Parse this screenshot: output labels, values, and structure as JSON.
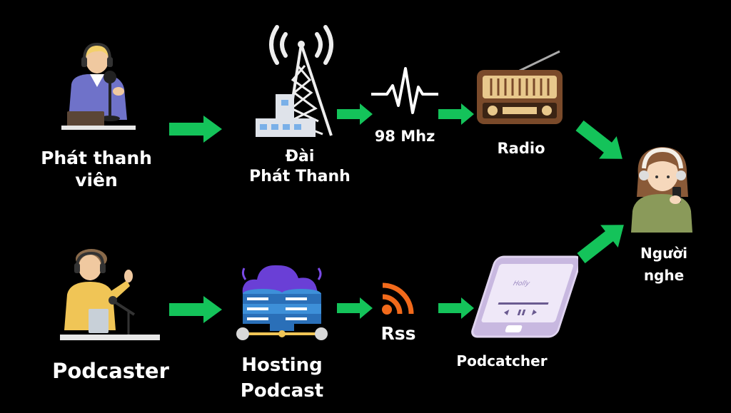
{
  "colors": {
    "background": "#000000",
    "arrow": "#14c35a",
    "text": "#ffffff"
  },
  "broadcast": {
    "announcer": {
      "line1": "Phát thanh",
      "line2": "viên",
      "icon": "announcer-illustration"
    },
    "station": {
      "line1": "Đài",
      "line2": "Phát Thanh",
      "icon": "radio-tower-illustration"
    },
    "frequency": {
      "label": "98 Mhz",
      "icon": "signal-wave-icon"
    },
    "radio": {
      "label": "Radio",
      "icon": "vintage-radio-illustration"
    }
  },
  "podcast": {
    "podcaster": {
      "label": "Podcaster",
      "icon": "podcaster-illustration"
    },
    "hosting": {
      "line1": "Hosting",
      "line2": "Podcast",
      "icon": "server-cloud-illustration"
    },
    "rss": {
      "label": "Rss",
      "icon": "rss-icon"
    },
    "podcatcher": {
      "label": "Podcatcher",
      "icon": "smartphone-illustration"
    }
  },
  "listener": {
    "line1": "Người",
    "line2": "nghe",
    "icon": "listener-illustration"
  }
}
